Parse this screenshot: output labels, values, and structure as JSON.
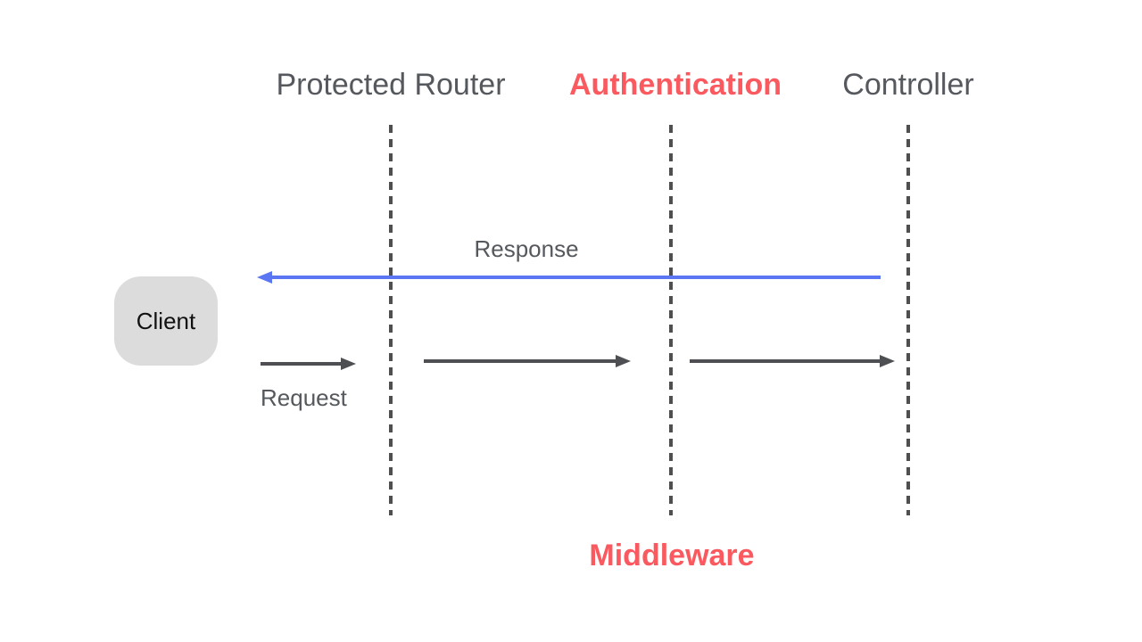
{
  "diagram": {
    "type": "sequence-flow",
    "background": "#ffffff",
    "colors": {
      "accent_red": "#fa5a5f",
      "response_blue": "#5b76f2",
      "arrow_gray": "#4d4f52",
      "header_gray": "#55585c",
      "client_box_fill": "#dcdcdc",
      "client_text": "#111111"
    },
    "headers": [
      {
        "id": "protected-router",
        "label": "Protected Router",
        "emphasis": false
      },
      {
        "id": "authentication",
        "label": "Authentication",
        "emphasis": true
      },
      {
        "id": "controller",
        "label": "Controller",
        "emphasis": false
      }
    ],
    "client": {
      "label": "Client"
    },
    "messages": {
      "response": {
        "label": "Response",
        "direction": "left",
        "color": "#5b76f2"
      },
      "request": {
        "label": "Request",
        "direction": "right",
        "color": "#4d4f52"
      }
    },
    "flow_arrows": [
      {
        "from": "client",
        "to": "protected-router",
        "label": "Request"
      },
      {
        "from": "protected-router",
        "to": "authentication",
        "label": ""
      },
      {
        "from": "authentication",
        "to": "controller",
        "label": ""
      },
      {
        "from": "controller",
        "to": "client",
        "label": "Response"
      }
    ],
    "footer": {
      "label": "Middleware"
    }
  }
}
